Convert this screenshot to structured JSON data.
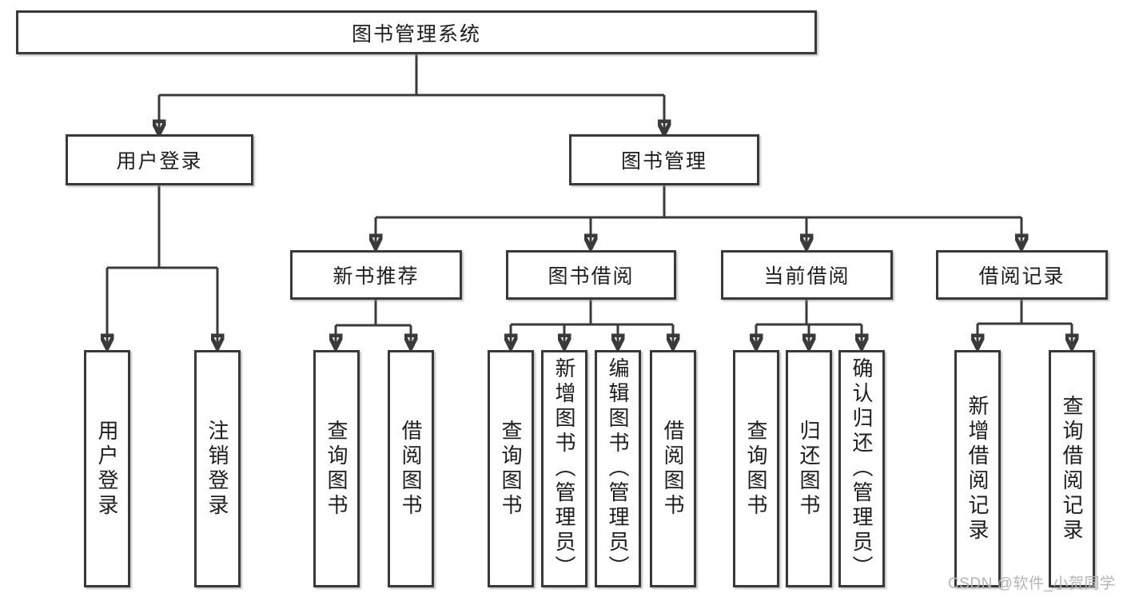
{
  "diagram": {
    "root": {
      "label": "图书管理系统"
    },
    "branches": [
      {
        "label": "用户登录",
        "children": [
          {
            "label": "用户登录"
          },
          {
            "label": "注销登录"
          }
        ]
      },
      {
        "label": "图书管理",
        "children": [
          {
            "label": "新书推荐",
            "children": [
              {
                "label": "查询图书"
              },
              {
                "label": "借阅图书"
              }
            ]
          },
          {
            "label": "图书借阅",
            "children": [
              {
                "label": "查询图书"
              },
              {
                "label": "新增图书（管理员）"
              },
              {
                "label": "编辑图书（管理员）"
              },
              {
                "label": "借阅图书"
              }
            ]
          },
          {
            "label": "当前借阅",
            "children": [
              {
                "label": "查询图书"
              },
              {
                "label": "归还图书"
              },
              {
                "label": "确认归还（管理员）"
              }
            ]
          },
          {
            "label": "借阅记录",
            "children": [
              {
                "label": "新增借阅记录"
              },
              {
                "label": "查询借阅记录"
              }
            ]
          }
        ]
      }
    ]
  },
  "watermark": {
    "text": "CSDN @软件_小贺同学"
  },
  "colors": {
    "line": "#3a3a3a",
    "text": "#1d1d1d",
    "watermark": "#b4b4b4",
    "background": "#ffffff"
  }
}
